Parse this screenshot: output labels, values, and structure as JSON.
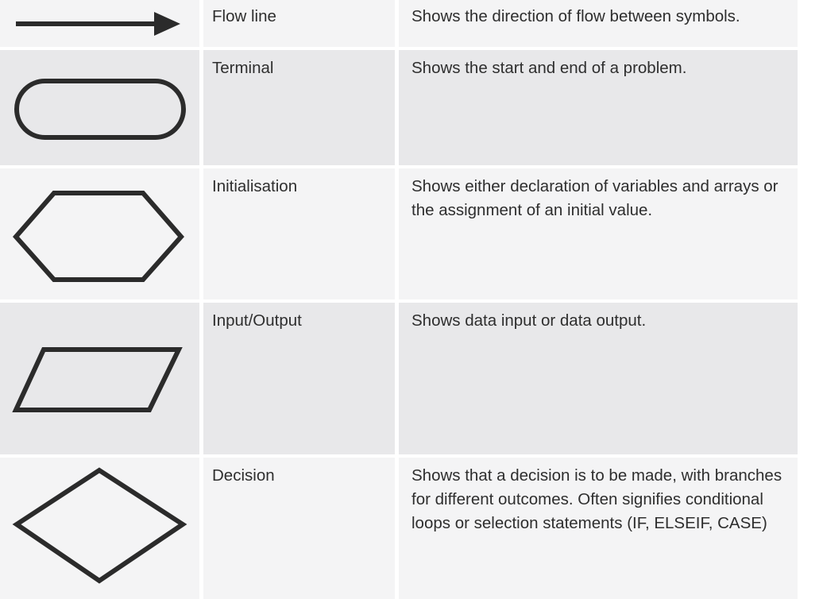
{
  "rows": [
    {
      "symbol_icon": "flow-line-arrow-icon",
      "name": "Flow line",
      "description": "Shows the direction of flow between symbols."
    },
    {
      "symbol_icon": "terminal-rounded-rectangle-icon",
      "name": "Terminal",
      "description": "Shows the start and end of a problem."
    },
    {
      "symbol_icon": "initialisation-hexagon-icon",
      "name": "Initialisation",
      "description": "Shows either declaration of variables and arrays or the assignment of an initial value."
    },
    {
      "symbol_icon": "input-output-parallelogram-icon",
      "name": "Input/Output",
      "description": "Shows data input or data output."
    },
    {
      "symbol_icon": "decision-diamond-icon",
      "name": "Decision",
      "description": "Shows that a decision is to be made, with branches for different outcomes. Often signifies conditional loops or selection statements (IF, ELSEIF, CASE)"
    }
  ],
  "colors": {
    "cell_light": "#f4f4f5",
    "cell_dark": "#e8e8ea",
    "stroke": "#2b2b2b",
    "text": "#2e2e2e"
  }
}
